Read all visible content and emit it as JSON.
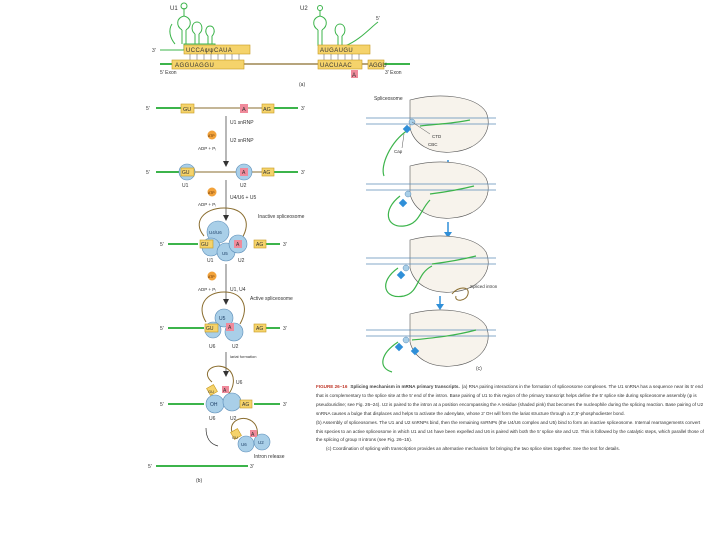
{
  "colors": {
    "exon": "#3cb44b",
    "intron": "#8a6d2f",
    "box": "#f5d36b",
    "box_edge": "#c79a1e",
    "branch": "#f08a9b",
    "snrnp": "#a9cfe8",
    "snrnp_edge": "#5b8db8",
    "atp": "#f2a23a",
    "arrow": "#2f8fd8",
    "accent_label": "#c0392b"
  },
  "panel_a": {
    "u1": "U1",
    "u2": "U2",
    "u1_seq": "UCCAψψCAUA",
    "u2_seq": "AUGAUGU",
    "exon_seq_left": "AGGUAGGU",
    "exon_seq_right": "UACUAAC",
    "exon_seq_right2": "AGGU",
    "branch": "A",
    "three_prime": "3'",
    "five_prime": "5'",
    "exon5": "5' Exon",
    "exon3": "3' Exon",
    "label": "(a)"
  },
  "panel_b": {
    "five": "5'",
    "three": "3'",
    "gu": "GU",
    "ag": "AG",
    "a": "A",
    "u1snrnp": "U1 snRNP",
    "u2snrnp": "U2 snRNP",
    "atp": "ATP",
    "adp": "ADP + Pᵢ",
    "u1": "U1",
    "u2": "U2",
    "u4u6u5": "U4/U6 + U5",
    "u4u6": "U4/U6",
    "u5": "U5",
    "u6": "U6",
    "inactive": "Inactive spliceosome",
    "u1u4": "U1, U4",
    "active": "Active spliceosome",
    "lariat": "lariat formation",
    "oh": "OH",
    "intron_release": "Intron release",
    "label": "(b)"
  },
  "panel_c": {
    "spliceosome": "Spliceosome",
    "ctd": "CTD",
    "cbc": "CBC",
    "cap": "Cap",
    "spliced": "Spliced intron",
    "label": "(c)"
  },
  "caption": {
    "label": "FIGURE 26–16",
    "title": "Splicing mechanism in mRNA primary transcripts.",
    "text_a": "(a) RNA pairing interactions in the formation of spliceosome complexes. The U1 snRNA has a sequence near its 5' end that is complementary to the splice site at the 5' end of the intron. Base pairing of U1 to this region of the primary transcript helps define the 5' splice site during spliceosome assembly (ψ is pseudouridine; see Fig. 26–24). U2 is paired to the intron at a position encompassing the A residue (shaded pink) that becomes the nucleophile during the splicing reaction. Base pairing of U2 snRNA causes a bulge that displaces and helps to activate the adenylate, whose 2' OH will form the lariat structure through a 2',5'-phosphodiester bond.",
    "text_b": "(b) Assembly of spliceosomes. The U1 and U2 snRNPs bind, then the remaining snRNPs (the U4/U6 complex and U5) bind to form an inactive spliceosome. Internal rearrangements convert this species to an active spliceosome in which U1 and U4 have been expelled and U6 is paired with both the 5' splice site and U2. This is followed by the catalytic steps, which parallel those of the splicing of group II introns (see Fig. 26–15).",
    "text_c": "(c) Coordination of splicing with transcription provides an alternative mechanism for bringing the two splice sites together. See the text for details."
  }
}
